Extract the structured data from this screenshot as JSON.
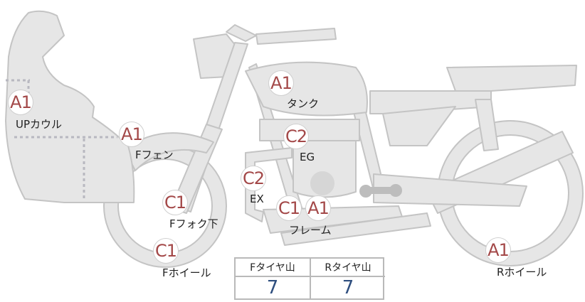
{
  "parts": [
    {
      "key": "up_cowl",
      "grade": "A1",
      "label": "UPカウル"
    },
    {
      "key": "f_fender",
      "grade": "A1",
      "label": "Fフェン"
    },
    {
      "key": "tank",
      "grade": "A1",
      "label": "タンク"
    },
    {
      "key": "engine",
      "grade": "C2",
      "label": "EG"
    },
    {
      "key": "exhaust",
      "grade": "C2",
      "label": "EX"
    },
    {
      "key": "f_fork_lower",
      "grade": "C1",
      "label": "Fフォク下"
    },
    {
      "key": "frame",
      "grade": "C1",
      "grade2": "A1",
      "label": "フレーム"
    },
    {
      "key": "f_wheel",
      "grade": "C1",
      "label": "Fホイール"
    },
    {
      "key": "r_wheel",
      "grade": "A1",
      "label": "Rホイール"
    }
  ],
  "tread": {
    "front_label": "Fタイヤ山",
    "front_value": "7",
    "rear_label": "Rタイヤ山",
    "rear_value": "7"
  },
  "colors": {
    "bike_fill": "#e6e6e6",
    "bike_stroke": "#c4c4c4",
    "grade_text": "#a34848",
    "value_text": "#2f4f7f"
  }
}
